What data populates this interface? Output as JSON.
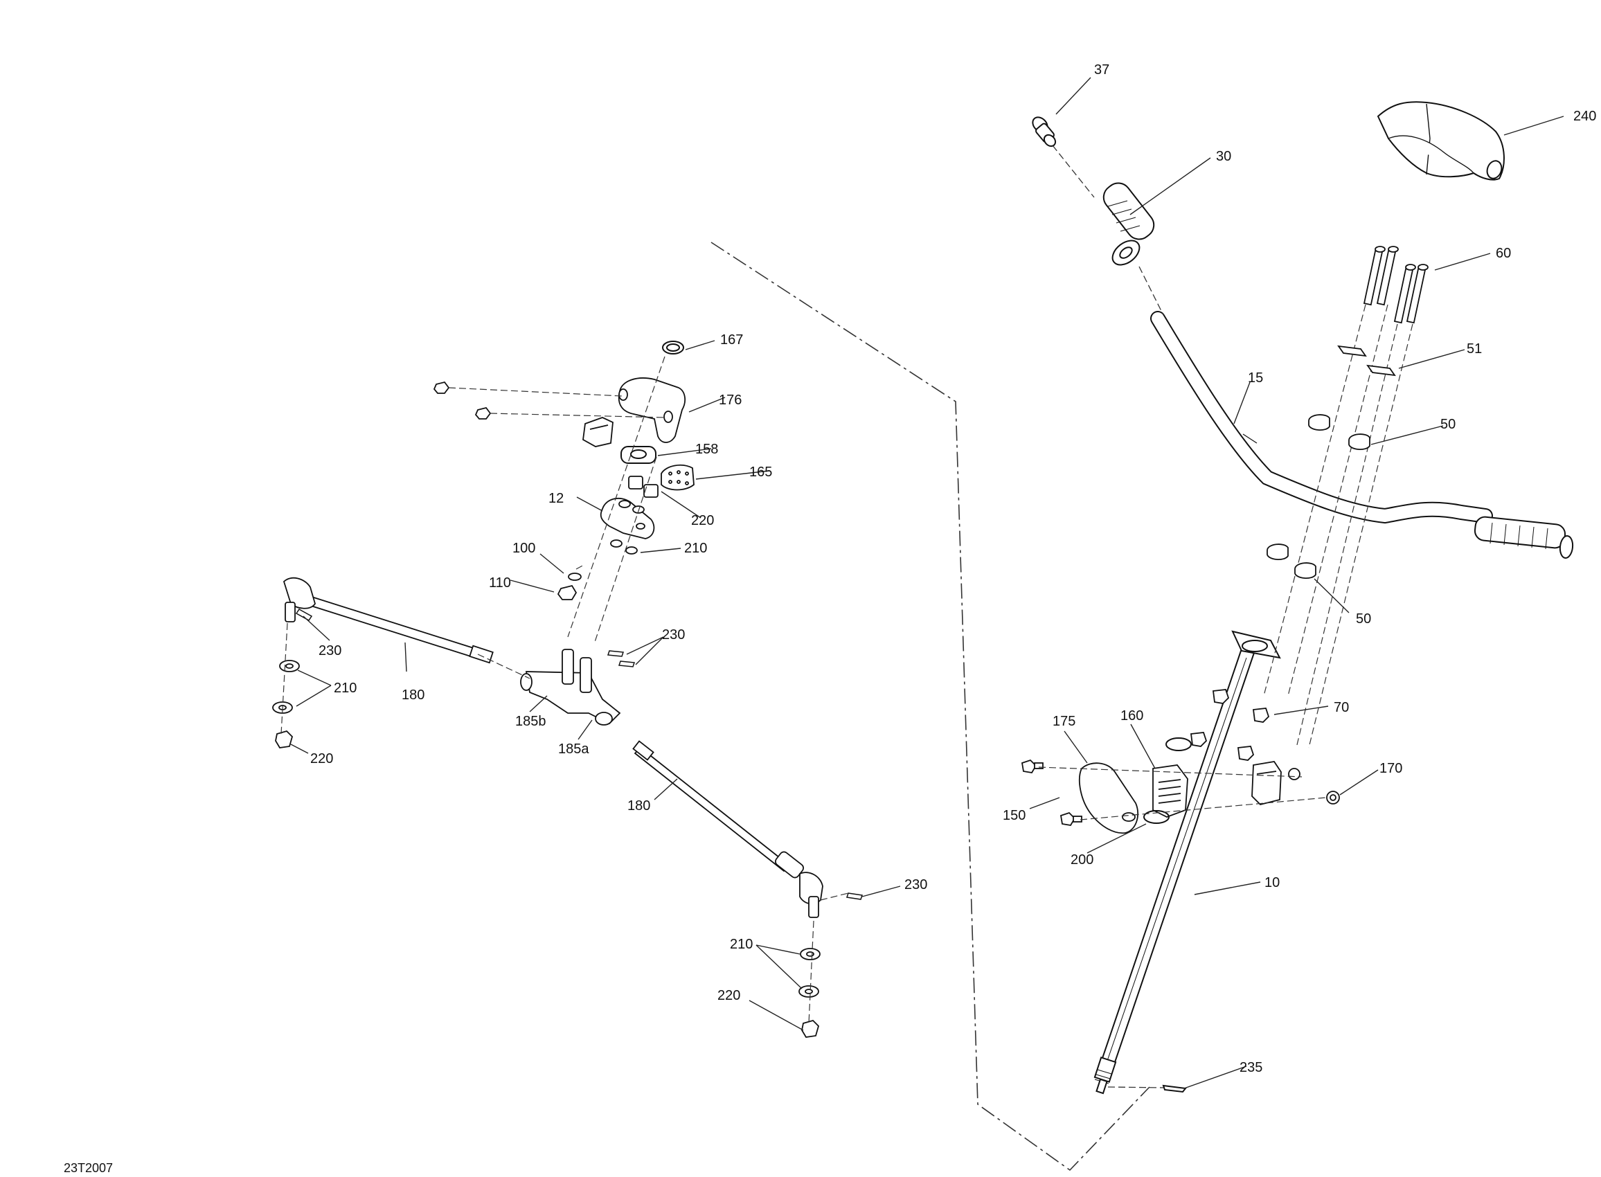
{
  "drawing_code": "23T2007",
  "callouts": {
    "c37": "37",
    "c30": "30",
    "c240": "240",
    "c60": "60",
    "c51": "51",
    "c15": "15",
    "c50a": "50",
    "c50b": "50",
    "c70": "70",
    "c175": "175",
    "c160": "160",
    "c170": "170",
    "c150": "150",
    "c200": "200",
    "c10": "10",
    "c235": "235",
    "c167": "167",
    "c176": "176",
    "c158": "158",
    "c165": "165",
    "c12": "12",
    "c220a": "220",
    "c210a": "210",
    "c100": "100",
    "c110": "110",
    "c230a": "230",
    "c230b": "230",
    "c210b": "210",
    "c180a": "180",
    "c220b": "220",
    "c185b": "185b",
    "c185a": "185a",
    "c180b": "180",
    "c230c": "230",
    "c210c": "210",
    "c220c": "220"
  }
}
